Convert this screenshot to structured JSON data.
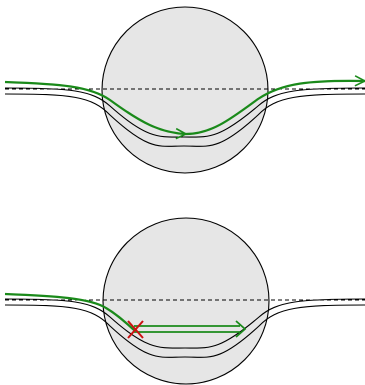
{
  "colors": {
    "background": "#ffffff",
    "circle_fill": "#e6e6e6",
    "stroke": "#000000",
    "path": "#1a8a1a",
    "cross": "#cc1111"
  },
  "panels": [
    {
      "id": "top",
      "outcome": "path-continues"
    },
    {
      "id": "bottom",
      "outcome": "path-blocked"
    }
  ]
}
